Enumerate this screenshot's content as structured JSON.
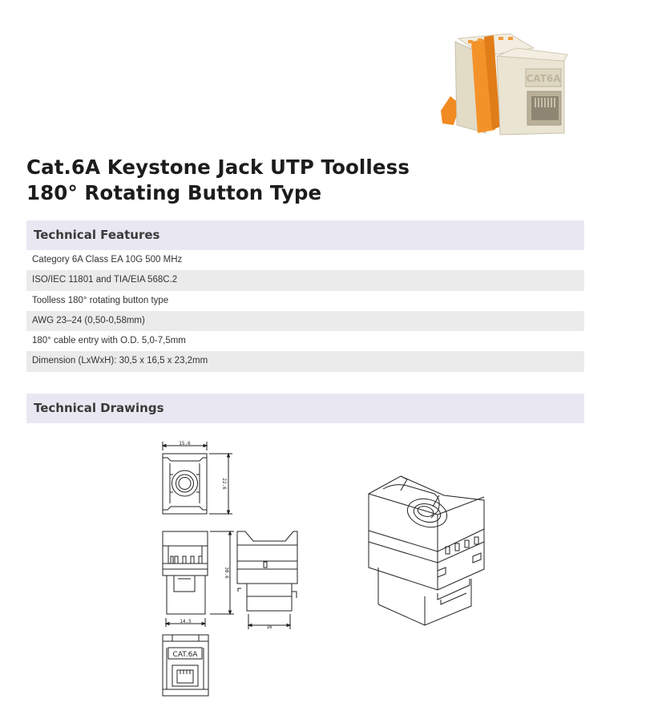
{
  "product": {
    "title_line1": "Cat.6A Keystone Jack UTP Toolless",
    "title_line2": "180° Rotating Button Type"
  },
  "features": {
    "header": "Technical Features",
    "items": [
      "Category 6A Class EA 10G 500 MHz",
      "ISO/IEC 11801 and TIA/EIA 568C.2",
      "Toolless 180° rotating button type",
      "AWG 23–24 (0,50-0,58mm)",
      "180° cable entry with O.D. 5,0-7,5mm",
      "Dimension (LxWxH): 30,5 x 16,5 x 23,2mm"
    ]
  },
  "drawings": {
    "header": "Technical Drawings",
    "dim_width_top": "15.6",
    "dim_height_top": "22.6",
    "dim_length_side": "30.6",
    "dim_width_front": "14.5",
    "dim_side_bottom": "16",
    "jack_label": "CAT.6A"
  },
  "photo": {
    "jack_label": "CAT6A"
  },
  "colors": {
    "header_bg": "#e9e8f2",
    "row_alt_bg": "#ebebeb",
    "jack_body": "#e8e2cf",
    "jack_orange": "#f18a21"
  }
}
